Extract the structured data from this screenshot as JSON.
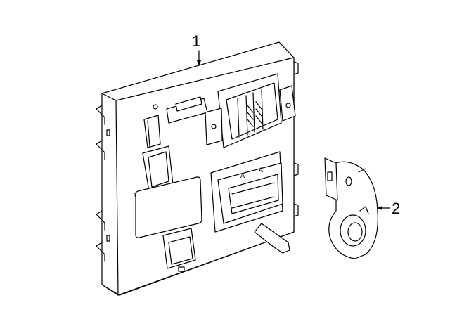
{
  "diagram": {
    "type": "parts-exploded-view",
    "background": "#ffffff",
    "line_color": "#000000",
    "callouts": [
      {
        "number": "1",
        "part": "body-control-module",
        "arrow": "down"
      },
      {
        "number": "2",
        "part": "bracket-housing",
        "arrow": "left"
      }
    ],
    "connector_labels": [
      "A",
      "A"
    ]
  }
}
